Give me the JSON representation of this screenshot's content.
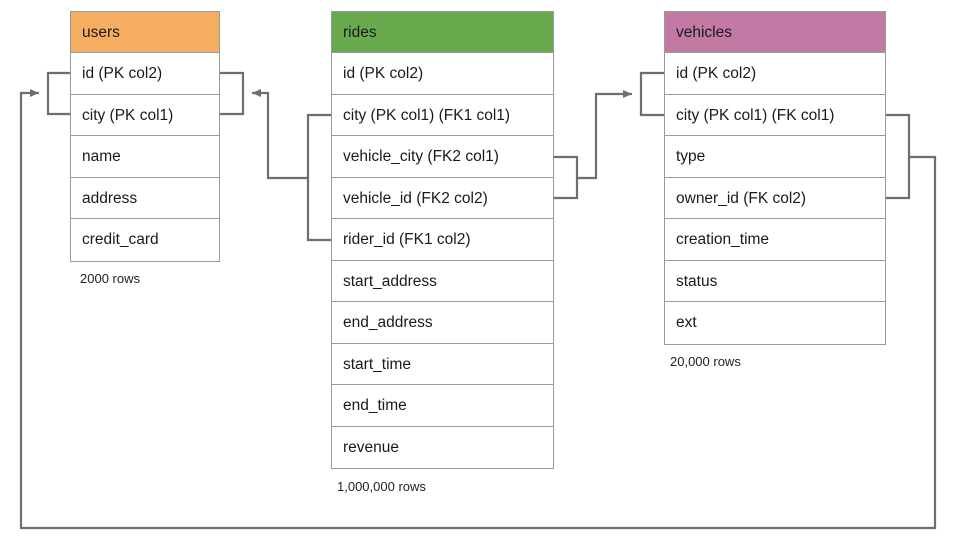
{
  "diagram": {
    "kind": "er-diagram",
    "background": "#ffffff",
    "line_color": "#6e6e6e",
    "border_color": "#9a9a9a",
    "text_color": "#1a1a1a"
  },
  "tables": [
    {
      "name": "users",
      "header_color": "#F5AE61",
      "row_count_label": "2000 rows",
      "fields": [
        "id (PK col2)",
        "city (PK col1)",
        "name",
        "address",
        "credit_card"
      ]
    },
    {
      "name": "rides",
      "header_color": "#6AAA4F",
      "row_count_label": "1,000,000 rows",
      "fields": [
        "id (PK col2)",
        "city (PK col1) (FK1 col1)",
        "vehicle_city (FK2 col1)",
        "vehicle_id (FK2 col2)",
        "rider_id (FK1 col2)",
        "start_address",
        "end_address",
        "start_time",
        "end_time",
        "revenue"
      ]
    },
    {
      "name": "vehicles",
      "header_color": "#C279A4",
      "row_count_label": "20,000 rows",
      "fields": [
        "id (PK col2)",
        "city (PK col1) (FK col1)",
        "type",
        "owner_id (FK col2)",
        "creation_time",
        "status",
        "ext"
      ]
    }
  ],
  "relationships": [
    {
      "name": "rides-to-users",
      "from_table": "rides",
      "from_fields": [
        "city (PK col1) (FK1 col1)",
        "rider_id (FK1 col2)"
      ],
      "to_table": "users",
      "to_fields": [
        "id (PK col2)",
        "city (PK col1)"
      ],
      "arrow_direction": "left"
    },
    {
      "name": "rides-to-vehicles",
      "from_table": "rides",
      "from_fields": [
        "vehicle_city (FK2 col1)",
        "vehicle_id (FK2 col2)"
      ],
      "to_table": "vehicles",
      "to_fields": [
        "id (PK col2)",
        "city (PK col1) (FK col1)"
      ],
      "arrow_direction": "right"
    },
    {
      "name": "vehicles-to-users",
      "from_table": "vehicles",
      "from_fields": [
        "city (PK col1) (FK col1)",
        "owner_id (FK col2)"
      ],
      "to_table": "users",
      "to_fields": [
        "id (PK col2)",
        "city (PK col1)"
      ],
      "arrow_direction": "right"
    }
  ]
}
